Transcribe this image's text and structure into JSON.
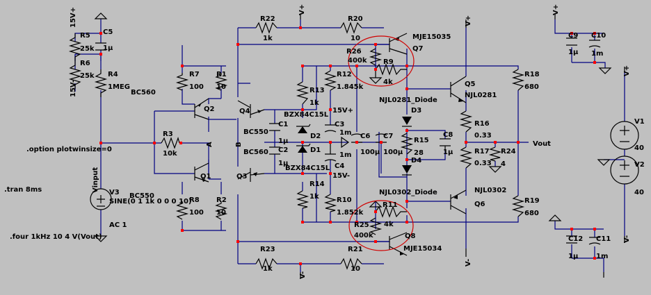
{
  "colors": {
    "background": "#c0c0c0",
    "wire": "#000080",
    "junction": "#ff0000",
    "highlight": "#d00000",
    "text": "#000000"
  },
  "labels": [
    {
      "text": "15V+"
    },
    {
      "text": "15V-"
    },
    {
      "text": "15V+"
    },
    {
      "text": "15V-"
    },
    {
      "text": "V+"
    },
    {
      "text": "V+"
    },
    {
      "text": "V+"
    },
    {
      "text": "V+"
    },
    {
      "text": "V-"
    },
    {
      "text": "V-"
    },
    {
      "text": "V-"
    },
    {
      "text": "Vout"
    },
    {
      "text": "Vinput"
    },
    {
      "text": "A"
    },
    {
      "text": "B"
    }
  ],
  "directives": [
    {
      "text": ".option plotwinsize=0"
    },
    {
      "text": ".tran 8ms"
    },
    {
      "text": ".four 1kHz 10 4 V(Vout)"
    }
  ],
  "components": [
    {
      "name": "R5",
      "value": "25k"
    },
    {
      "name": "R6",
      "value": "25k"
    },
    {
      "name": "C5",
      "value": "1µ"
    },
    {
      "name": "R4",
      "value": "1MEG"
    },
    {
      "name": "BC560",
      "value": ""
    },
    {
      "name": "R7",
      "value": "100"
    },
    {
      "name": "R1",
      "value": "10"
    },
    {
      "name": "Q2",
      "value": ""
    },
    {
      "name": "R3",
      "value": "10k"
    },
    {
      "name": "Q1",
      "value": ""
    },
    {
      "name": "BC550",
      "value": ""
    },
    {
      "name": "R8",
      "value": "100"
    },
    {
      "name": "R2",
      "value": "10"
    },
    {
      "name": "V3",
      "value": "SINE(0 1 1k 0 0 0 10)"
    },
    {
      "name": "AC 1",
      "value": ""
    },
    {
      "name": "R22",
      "value": "1k"
    },
    {
      "name": "R20",
      "value": "10"
    },
    {
      "name": "Q7",
      "value": "MJE15035"
    },
    {
      "name": "R26",
      "value": "400k"
    },
    {
      "name": "R9",
      "value": "4k"
    },
    {
      "name": "R12",
      "value": "1.845k"
    },
    {
      "name": "R13",
      "value": "1k"
    },
    {
      "name": "Q4",
      "value": "BC550"
    },
    {
      "name": "D2",
      "value": "BZX84C15L"
    },
    {
      "name": "C1",
      "value": "1µ"
    },
    {
      "name": "C2",
      "value": "1µ"
    },
    {
      "name": "D1",
      "value": "BZX84C15L"
    },
    {
      "name": "Q3",
      "value": "BC560"
    },
    {
      "name": "C3",
      "value": "1m"
    },
    {
      "name": "C4",
      "value": "1m"
    },
    {
      "name": "C6",
      "value": "100µ"
    },
    {
      "name": "C7",
      "value": "100µ"
    },
    {
      "name": "R14",
      "value": "1k"
    },
    {
      "name": "R10",
      "value": "1.852k"
    },
    {
      "name": "R11",
      "value": "4k"
    },
    {
      "name": "R25",
      "value": "400k"
    },
    {
      "name": "Q8",
      "value": "MJE15034"
    },
    {
      "name": "R23",
      "value": "1k"
    },
    {
      "name": "R21",
      "value": "10"
    },
    {
      "name": "Q5",
      "value": "NJL0281"
    },
    {
      "name": "NJL0281_Diode",
      "value": ""
    },
    {
      "name": "D3",
      "value": ""
    },
    {
      "name": "R15",
      "value": "28"
    },
    {
      "name": "C8",
      "value": "1µ"
    },
    {
      "name": "D4",
      "value": ""
    },
    {
      "name": "NJL0302_Diode",
      "value": ""
    },
    {
      "name": "Q6",
      "value": "NJL0302"
    },
    {
      "name": "R16",
      "value": "0.33"
    },
    {
      "name": "R17",
      "value": "0.33"
    },
    {
      "name": "R24",
      "value": "4"
    },
    {
      "name": "R18",
      "value": "680"
    },
    {
      "name": "R19",
      "value": "680"
    },
    {
      "name": "C9",
      "value": "1µ"
    },
    {
      "name": "C10",
      "value": "1m"
    },
    {
      "name": "V1",
      "value": "40"
    },
    {
      "name": "V2",
      "value": "40"
    },
    {
      "name": "C12",
      "value": "1µ"
    },
    {
      "name": "C11",
      "value": "1m"
    }
  ]
}
